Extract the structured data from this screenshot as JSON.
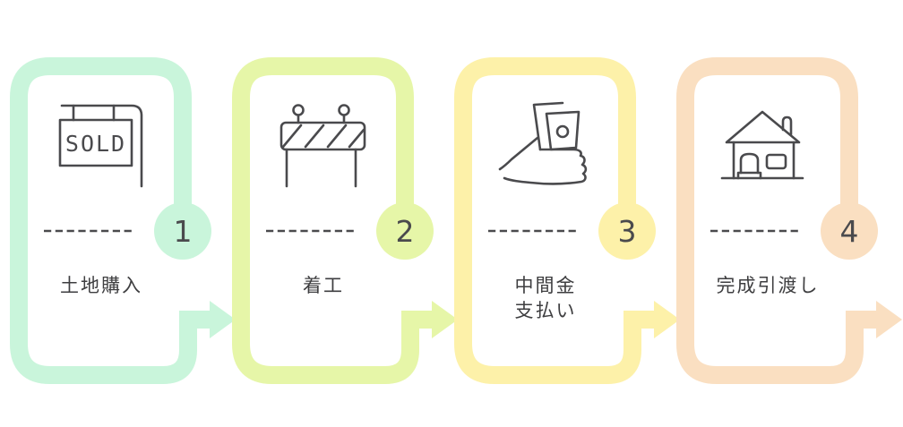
{
  "colors": {
    "ink": "#4a4a4d",
    "label_text": "#3e3e40",
    "background": "#ffffff"
  },
  "steps": [
    {
      "number": "1",
      "label": "土地購入",
      "label_lines": [
        "土地購入"
      ],
      "color": "#c9f5db",
      "icon": "sold-sign",
      "sign_text": "SOLD"
    },
    {
      "number": "2",
      "label": "着工",
      "label_lines": [
        "着工"
      ],
      "color": "#e6f6a8",
      "icon": "construction-barrier"
    },
    {
      "number": "3",
      "label": "中間金支払い",
      "label_lines": [
        "中間金",
        "支払い"
      ],
      "color": "#fdf1a9",
      "icon": "hand-holding-money"
    },
    {
      "number": "4",
      "label": "完成引渡し",
      "label_lines": [
        "完成引渡し"
      ],
      "color": "#fadfc1",
      "icon": "house"
    }
  ]
}
